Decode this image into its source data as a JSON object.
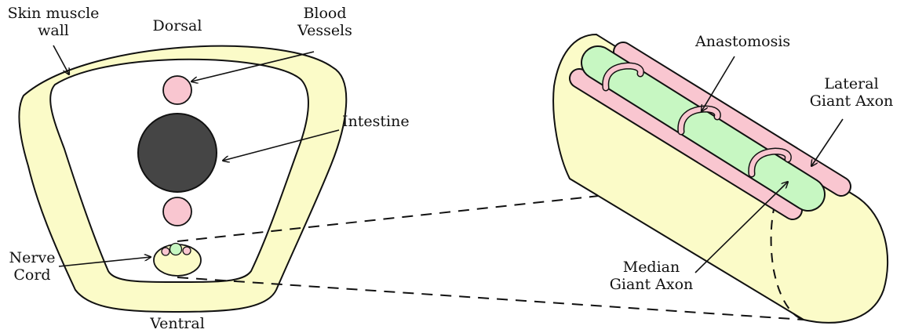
{
  "labels": {
    "skin_muscle_wall": [
      "Skin muscle",
      "wall"
    ],
    "dorsal": "Dorsal",
    "blood_vessels": [
      "Blood",
      "Vessels"
    ],
    "intestine": "Intestine",
    "nerve_cord": [
      "Nerve",
      "Cord"
    ],
    "ventral": "Ventral",
    "anastomosis": "Anastomosis",
    "lateral_giant_axon": [
      "Lateral",
      "Giant Axon"
    ],
    "median_giant_axon": [
      "Median",
      "Giant Axon"
    ]
  },
  "colors": {
    "wall_fill": "#fbfbc8",
    "vessel_pink": "#f9c6d0",
    "intestine_fill": "#454545",
    "axon_green": "#c7f7c2",
    "outline": "#111111",
    "background": "#ffffff"
  }
}
